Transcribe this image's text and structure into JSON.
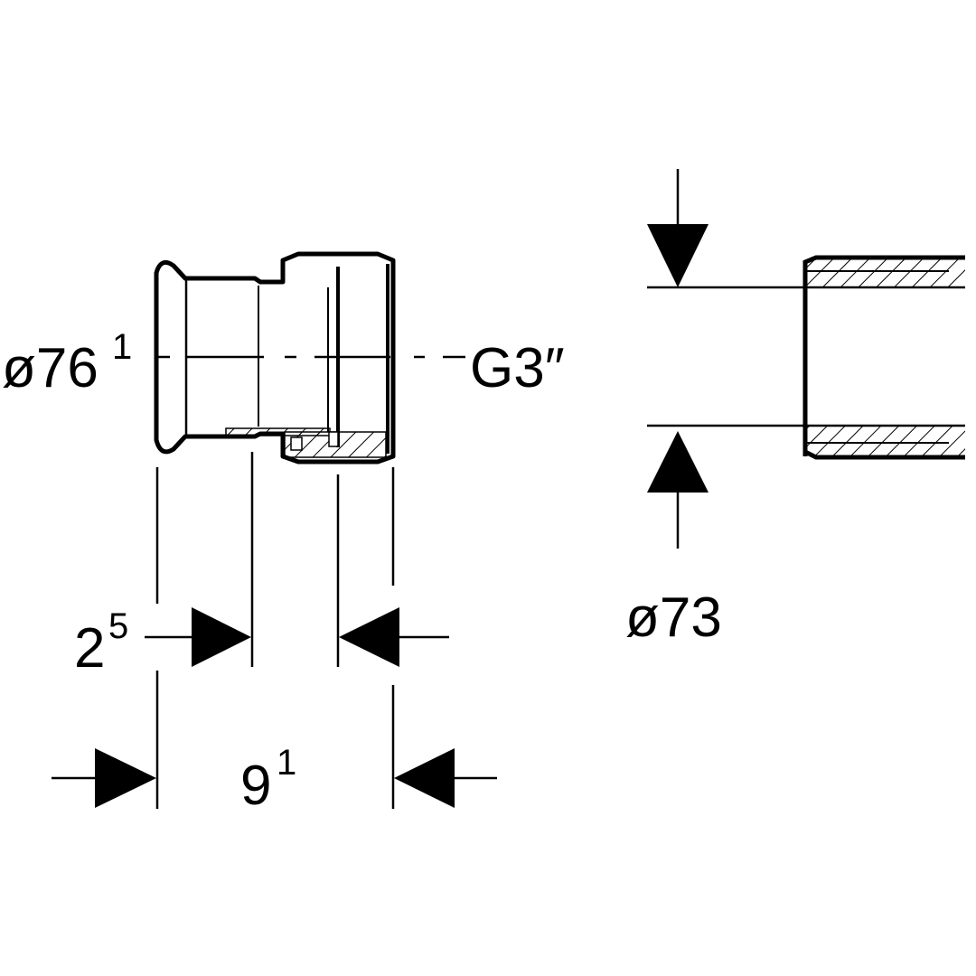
{
  "labels": {
    "inlet_diameter": "ø76",
    "inlet_diameter_sup": "1",
    "thread": "G3″",
    "insertion_depth": "2",
    "insertion_depth_sup": "5",
    "length": "9",
    "length_sup": "1",
    "pipe_diameter": "ø73"
  },
  "colors": {
    "line": "#000000",
    "background": "#ffffff"
  }
}
